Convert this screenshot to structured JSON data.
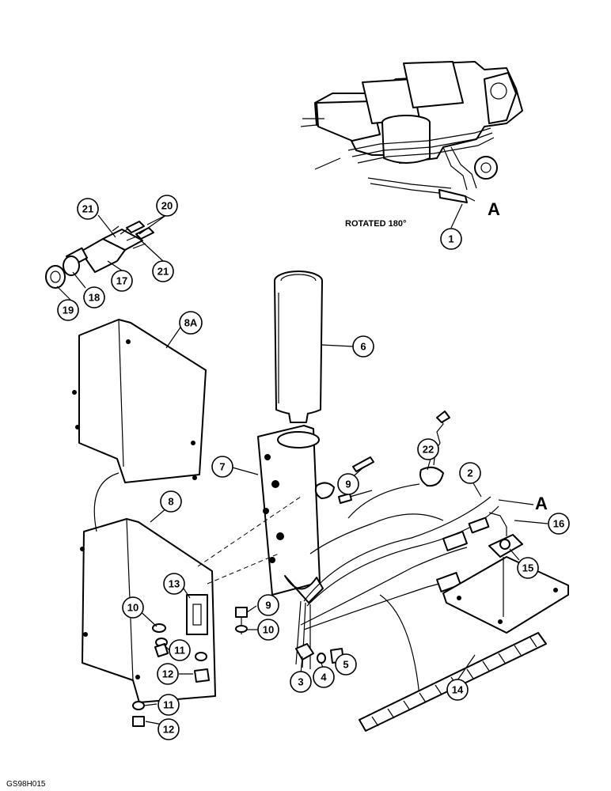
{
  "view_note": "ROTATED 180°",
  "figure_code": "GS98H015",
  "ref_letter": "A",
  "callouts": [
    {
      "label": "1"
    },
    {
      "label": "2"
    },
    {
      "label": "3"
    },
    {
      "label": "4"
    },
    {
      "label": "5"
    },
    {
      "label": "6"
    },
    {
      "label": "7"
    },
    {
      "label": "8"
    },
    {
      "label": "8A"
    },
    {
      "label": "9"
    },
    {
      "label": "9"
    },
    {
      "label": "10"
    },
    {
      "label": "10"
    },
    {
      "label": "11"
    },
    {
      "label": "11"
    },
    {
      "label": "12"
    },
    {
      "label": "12"
    },
    {
      "label": "13"
    },
    {
      "label": "14"
    },
    {
      "label": "15"
    },
    {
      "label": "16"
    },
    {
      "label": "17"
    },
    {
      "label": "18"
    },
    {
      "label": "19"
    },
    {
      "label": "20"
    },
    {
      "label": "21"
    },
    {
      "label": "21"
    },
    {
      "label": "22"
    }
  ]
}
